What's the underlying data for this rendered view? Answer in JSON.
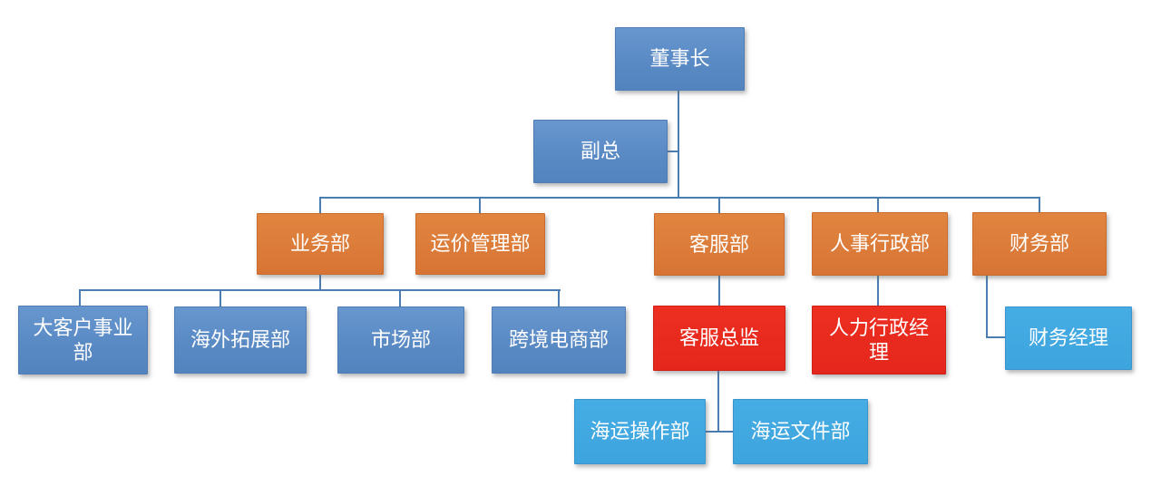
{
  "diagram": {
    "type": "org-chart",
    "nodes": [
      {
        "id": "chairman",
        "label": "董事长",
        "level": 1,
        "parent": null,
        "role_color": "executive_blue"
      },
      {
        "id": "vice-general-manager",
        "label": "副总",
        "level": 2,
        "parent": "chairman",
        "assistant": true,
        "role_color": "executive_blue"
      },
      {
        "id": "business-dept",
        "label": "业务部",
        "level": 3,
        "parent": "vice-general-manager",
        "role_color": "department_orange"
      },
      {
        "id": "freight-rate-management-dept",
        "label": "运价管理部",
        "level": 3,
        "parent": "vice-general-manager",
        "role_color": "department_orange"
      },
      {
        "id": "customer-service-dept",
        "label": "客服部",
        "level": 3,
        "parent": "vice-general-manager",
        "role_color": "department_orange"
      },
      {
        "id": "hr-admin-dept",
        "label": "人事行政部",
        "level": 3,
        "parent": "vice-general-manager",
        "role_color": "department_orange"
      },
      {
        "id": "finance-dept",
        "label": "财务部",
        "level": 3,
        "parent": "vice-general-manager",
        "role_color": "department_orange"
      },
      {
        "id": "key-account-division",
        "label": "大客户事业部",
        "level": 4,
        "parent": "business-dept",
        "role_color": "executive_blue"
      },
      {
        "id": "overseas-expansion-dept",
        "label": "海外拓展部",
        "level": 4,
        "parent": "business-dept",
        "role_color": "executive_blue"
      },
      {
        "id": "marketing-dept",
        "label": "市场部",
        "level": 4,
        "parent": "business-dept",
        "role_color": "executive_blue"
      },
      {
        "id": "cross-border-ecommerce-dept",
        "label": "跨境电商部",
        "level": 4,
        "parent": "business-dept",
        "role_color": "executive_blue"
      },
      {
        "id": "customer-service-director",
        "label": "客服总监",
        "level": 4,
        "parent": "customer-service-dept",
        "role_color": "manager_red"
      },
      {
        "id": "hr-admin-manager",
        "label": "人力行政经理",
        "level": 4,
        "parent": "hr-admin-dept",
        "role_color": "manager_red"
      },
      {
        "id": "finance-manager",
        "label": "财务经理",
        "level": 4,
        "parent": "finance-dept",
        "role_color": "sub_department_blue"
      },
      {
        "id": "ocean-operations-dept",
        "label": "海运操作部",
        "level": 5,
        "parent": "customer-service-director",
        "role_color": "sub_department_blue"
      },
      {
        "id": "ocean-documentation-dept",
        "label": "海运文件部",
        "level": 5,
        "parent": "customer-service-director",
        "role_color": "sub_department_blue"
      }
    ],
    "colors": {
      "executive_blue": "#5B8CC8",
      "department_orange": "#DD7D3D",
      "manager_red": "#E7281C",
      "sub_department_blue": "#41A8E0",
      "connector": "#4A7DB2",
      "text": "#FFFFFF",
      "background": "#FFFFFF"
    }
  }
}
